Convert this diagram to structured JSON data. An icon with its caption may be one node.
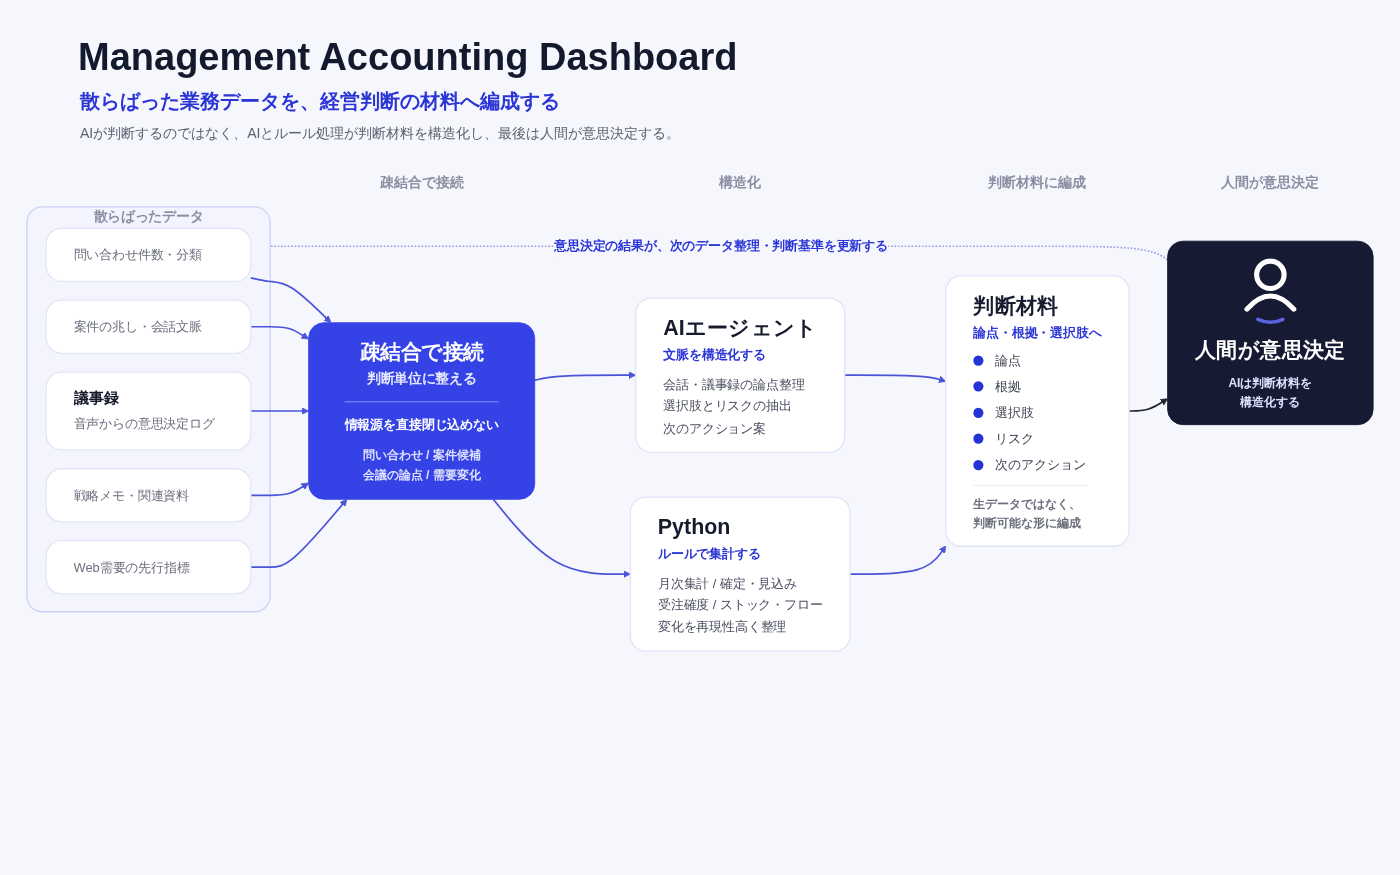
{
  "diagram": {
    "title": "Management Accounting Dashboard",
    "nodes": [
      {
        "text": [
          "散らばったデータ"
        ]
      },
      {
        "text": [
          "問い合わせ件数・分類"
        ],
        "in": 0
      },
      {
        "text": [
          "案件の兆し・会話文脈"
        ],
        "in": 0
      },
      {
        "text": [
          "議事録",
          "音声からの意思決定ログ"
        ],
        "in": 0
      },
      {
        "text": [
          "戦略メモ・関連資料"
        ],
        "in": 0
      },
      {
        "text": [
          "Web需要の先行指標"
        ],
        "in": 0
      },
      {
        "text": [
          "疎結合で接続",
          "判断単位に整える",
          "情報源を直接閉じ込めない",
          "問い合わせ / 案件候補",
          "会議の論点 / 需要変化"
        ]
      },
      {
        "text": [
          "Python",
          "ルールで集計する",
          "月次集計 / 確定・見込み",
          "受注確度 / ストック・フロー",
          "変化を再現性高く整理"
        ]
      },
      {
        "text": [
          "AIエージェント",
          "文脈を構造化する",
          "会話・議事録の論点整理",
          "選択肢とリスクの抽出",
          "次のアクション案"
        ]
      },
      {
        "text": [
          "判断材料",
          "論点・根拠・選択肢へ",
          "論点",
          "根拠",
          "選択肢",
          "リスク",
          "次のアクション",
          "生データではなく、判断可能な形に編成"
        ]
      },
      {
        "text": [
          "人間が意思決定",
          "AIは判断材料を構造化する"
        ]
      }
    ],
    "edges": [
      {
        "from": 1,
        "to": 6,
        "arrow": "to"
      },
      {
        "from": 2,
        "to": 6,
        "arrow": "to"
      },
      {
        "from": 3,
        "to": 6,
        "arrow": "to"
      },
      {
        "from": 4,
        "to": 6,
        "arrow": "to"
      },
      {
        "from": 5,
        "to": 6,
        "arrow": "to"
      },
      {
        "from": 6,
        "to": 7,
        "arrow": "to"
      },
      {
        "from": 6,
        "to": 8,
        "arrow": "to"
      },
      {
        "from": 7,
        "to": 9,
        "arrow": "to"
      },
      {
        "from": 8,
        "to": 9,
        "arrow": "to"
      },
      {
        "from": 9,
        "to": 10,
        "arrow": "to",
        "color": "#1f2433"
      },
      {
        "from": 10,
        "to": 0,
        "arrow": "none",
        "style": "dashed",
        "color": "#9ea3ec",
        "label": "意思決定の結果が、次のデータ整理・判断基準を更新する"
      }
    ],
    "labels": [
      "散らばった業務データを、経営判断の材料へ編成する",
      "AIが判断するのではなく、AIとルール処理が判断材料を構造化し、最後は人間が意思決定する。",
      "疎結合で接続",
      "構造化",
      "判断材料に編成",
      "人間が意思決定"
    ]
  }
}
